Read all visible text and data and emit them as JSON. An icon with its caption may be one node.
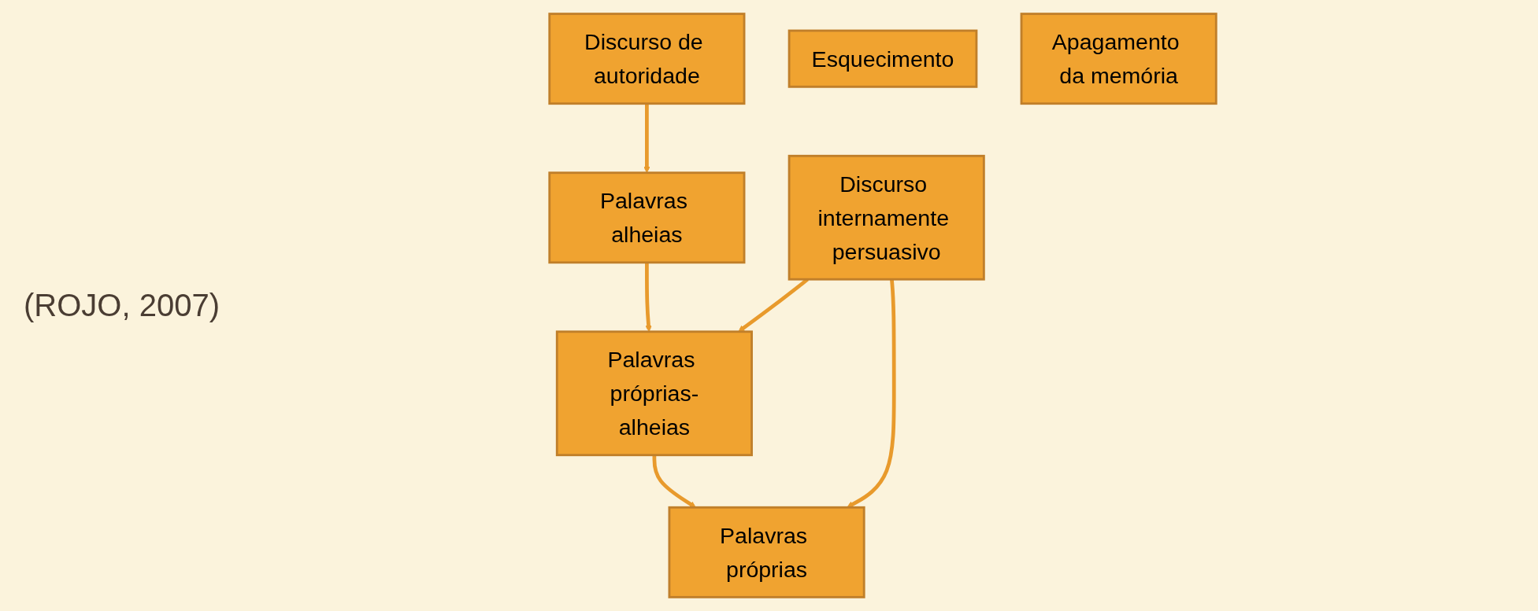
{
  "diagram": {
    "nodes": [
      {
        "text": [
          "Discurso de autoridade"
        ]
      },
      {
        "text": [
          "Discurso internamente persuasivo"
        ]
      },
      {
        "text": [
          "Palavras alheias"
        ]
      },
      {
        "text": [
          "Palavras próprias-alheias"
        ]
      },
      {
        "text": [
          "Palavras próprias"
        ]
      },
      {
        "text": [
          "Esquecimento"
        ]
      },
      {
        "text": [
          "Apagamento da memória"
        ]
      }
    ],
    "edges": [
      {
        "from": 0,
        "to": 2,
        "arrow": "to"
      },
      {
        "from": 2,
        "to": 3,
        "arrow": "to"
      },
      {
        "from": 3,
        "to": 4,
        "arrow": "to"
      },
      {
        "from": 1,
        "to": 3,
        "arrow": "to"
      },
      {
        "from": 1,
        "to": 4,
        "arrow": "to"
      }
    ],
    "labels": [
      "(ROJO, 2007)"
    ]
  }
}
